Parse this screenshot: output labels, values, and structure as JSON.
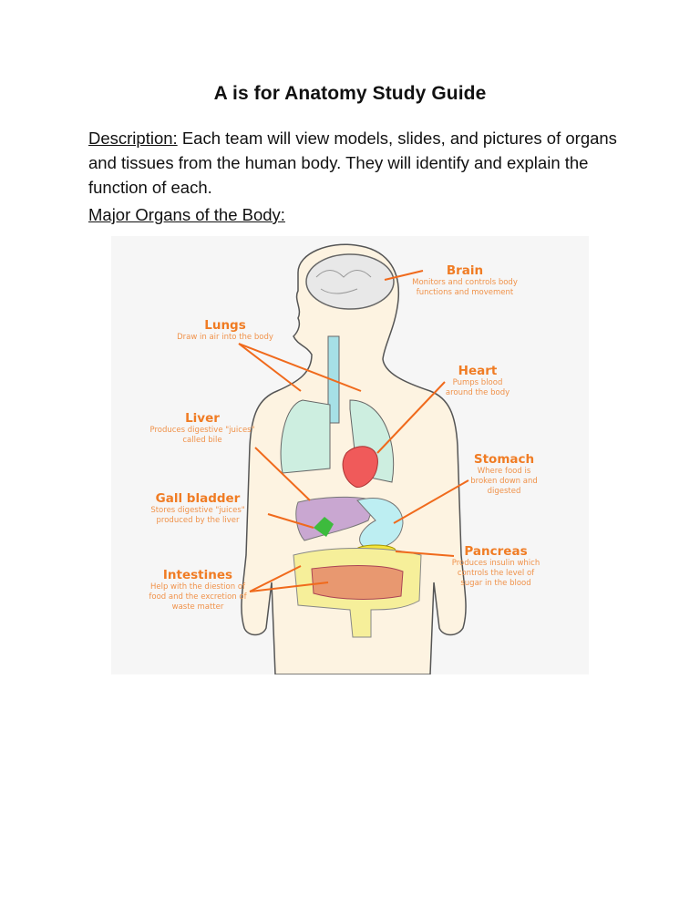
{
  "document": {
    "title": "A is for Anatomy Study Guide",
    "description_label": "Description:",
    "description_text": " Each team will view models, slides, and pictures of organs and tissues from the human body. They will identify and explain the function of each.",
    "organs_heading": "Major Organs of the Body:"
  },
  "diagram": {
    "accent_color": "#f07c24",
    "labels": [
      {
        "name": "Brain",
        "function": "Monitors and controls body functions and movement"
      },
      {
        "name": "Lungs",
        "function": "Draw in air into the body"
      },
      {
        "name": "Heart",
        "function": "Pumps blood around the body"
      },
      {
        "name": "Liver",
        "function": "Produces digestive \"juices\" called bile"
      },
      {
        "name": "Stomach",
        "function": "Where food is broken down and digested"
      },
      {
        "name": "Gall bladder",
        "function": "Stores digestive \"juices\" produced by the liver"
      },
      {
        "name": "Pancreas",
        "function": "Produces insulin which controls the level of sugar in the blood"
      },
      {
        "name": "Intestines",
        "function": "Help with the diestion of food and the excretion of waste matter"
      }
    ]
  }
}
